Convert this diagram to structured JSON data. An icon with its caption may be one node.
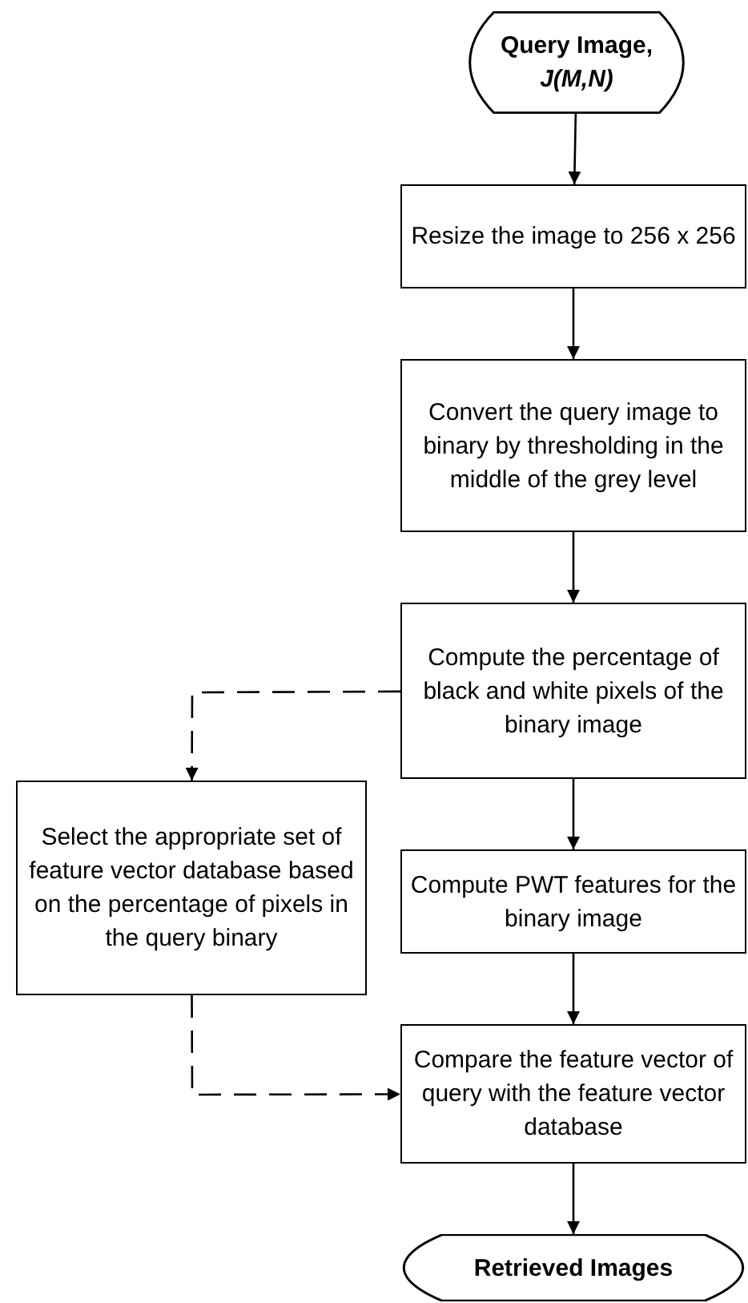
{
  "diagram": {
    "nodes": [
      {
        "text": [
          "Query Image, *J(M,N)*"
        ]
      },
      {
        "text": [
          "Resize the image to 256 x 256"
        ]
      },
      {
        "text": [
          "Convert the query image to binary by thresholding in the middle of the grey level"
        ]
      },
      {
        "text": [
          "Compute the percentage of black and white pixels of the binary image"
        ]
      },
      {
        "text": [
          "Select the appropriate set of feature vector database based on the percentage of pixels in the query binary"
        ]
      },
      {
        "text": [
          "Compute PWT features for the binary image"
        ]
      },
      {
        "text": [
          "Compare the feature vector of query with the feature vector database"
        ]
      },
      {
        "text": [
          "Retrieved Images"
        ]
      }
    ],
    "edges": [
      {
        "from": 0,
        "to": 1,
        "arrow": "to"
      },
      {
        "from": 1,
        "to": 2,
        "arrow": "to"
      },
      {
        "from": 2,
        "to": 3,
        "arrow": "to"
      },
      {
        "from": 3,
        "to": 4,
        "arrow": "to",
        "style": "dashed"
      },
      {
        "from": 3,
        "to": 5,
        "arrow": "to"
      },
      {
        "from": 4,
        "to": 6,
        "arrow": "to",
        "style": "dashed"
      },
      {
        "from": 5,
        "to": 6,
        "arrow": "to"
      },
      {
        "from": 6,
        "to": 7,
        "arrow": "to"
      }
    ]
  }
}
